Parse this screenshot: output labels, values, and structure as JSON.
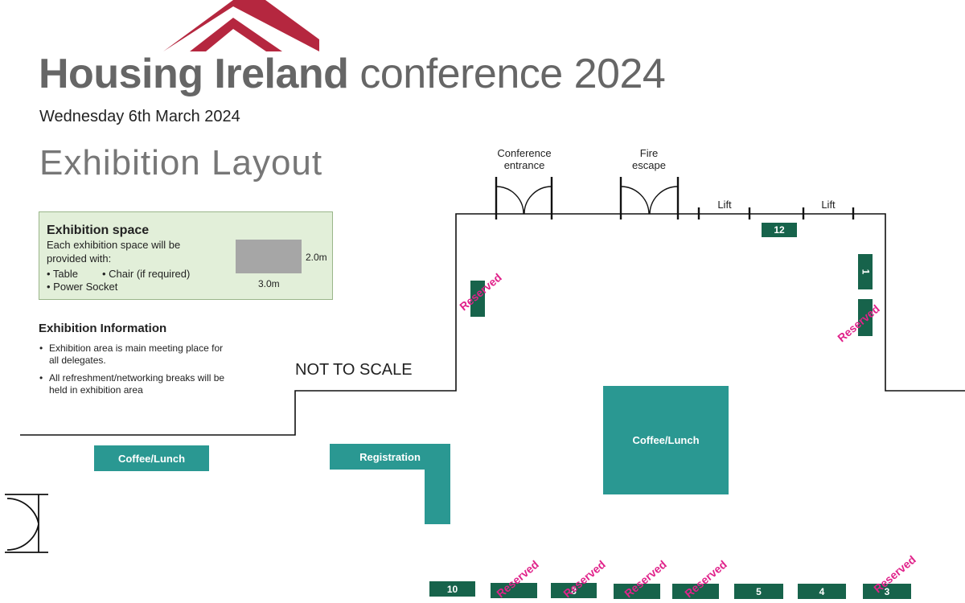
{
  "header": {
    "brand_bold": "Housing Ireland",
    "brand_light": "conference 2024",
    "date": "Wednesday 6th March 2024",
    "subtitle": "Exhibition Layout"
  },
  "colors": {
    "logo_roof": "#b5273f",
    "brand_grey": "#666666",
    "teal": "#2a9892",
    "stand_green": "#17634b",
    "reserved_pink": "#e0228a",
    "box_green": "#e2efd9"
  },
  "exhibition_space": {
    "title": "Exhibition space",
    "line1": "Each exhibition space will be",
    "line2": "provided with:",
    "item_table": "• Table",
    "item_chair": "• Chair (if required)",
    "item_power": "• Power Socket",
    "width_label": "3.0m",
    "height_label": "2.0m"
  },
  "exhibition_info": {
    "title": "Exhibition Information",
    "bullets": [
      {
        "dot": "•",
        "text": "Exhibition area is main meeting place for all delegates."
      },
      {
        "dot": "•",
        "text": "All refreshment/networking breaks will be held in exhibition area"
      }
    ]
  },
  "plan": {
    "not_to_scale": "NOT TO SCALE",
    "conference_entrance": [
      "Conference",
      "entrance"
    ],
    "fire_escape": [
      "Fire",
      "escape"
    ],
    "lift_label": "Lift",
    "areas": {
      "coffee_lunch_left": "Coffee/Lunch",
      "registration": "Registration",
      "coffee_lunch_main": "Coffee/Lunch"
    },
    "stands": {
      "s12": "12",
      "s1": "1",
      "s10": "10",
      "s8": "8",
      "s5": "5",
      "s4": "4",
      "s3": "3"
    },
    "reserved_label": "Reserved"
  }
}
